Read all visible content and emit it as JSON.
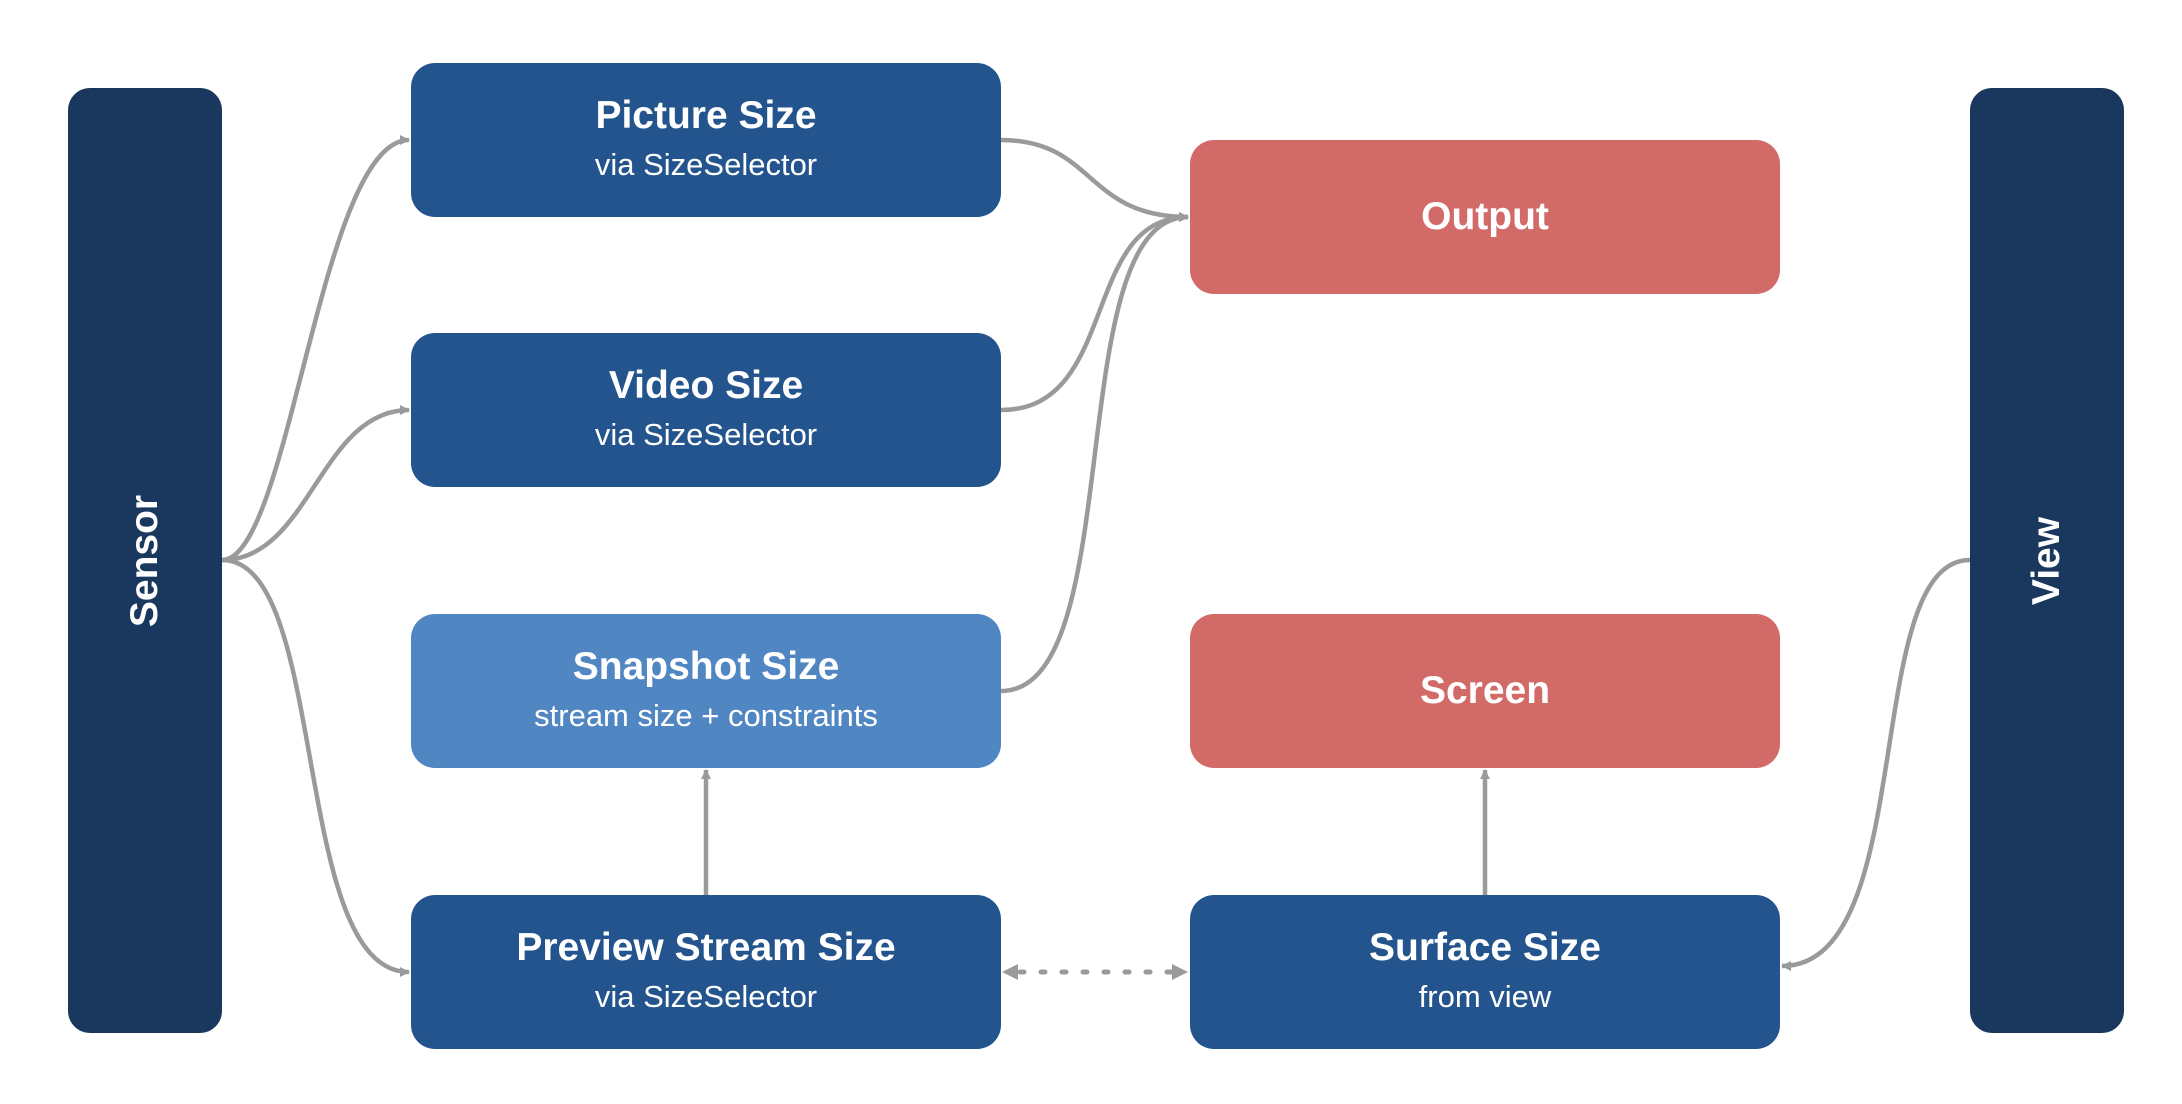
{
  "boxes": {
    "picture": {
      "title": "Picture Size",
      "subtitle": "via SizeSelector"
    },
    "video": {
      "title": "Video Size",
      "subtitle": "via SizeSelector"
    },
    "snapshot": {
      "title": "Snapshot Size",
      "subtitle": "stream size + constraints"
    },
    "preview": {
      "title": "Preview Stream Size",
      "subtitle": "via SizeSelector"
    },
    "output": {
      "title": "Output"
    },
    "screen": {
      "title": "Screen"
    },
    "surface": {
      "title": "Surface Size",
      "subtitle": "from view"
    },
    "sensor": {
      "title": "Sensor"
    },
    "view": {
      "title": "View"
    }
  },
  "colors": {
    "navy": "#1a375e",
    "blue": "#23548d",
    "light_blue": "#5086c2",
    "red": "#d26b68",
    "connector": "#9a9a9a"
  },
  "connections": [
    {
      "from": "sensor",
      "to": "picture",
      "style": "arrow"
    },
    {
      "from": "sensor",
      "to": "video",
      "style": "arrow"
    },
    {
      "from": "sensor",
      "to": "preview",
      "style": "arrow"
    },
    {
      "from": "picture",
      "to": "output",
      "style": "arrow"
    },
    {
      "from": "video",
      "to": "output",
      "style": "arrow"
    },
    {
      "from": "snapshot",
      "to": "output",
      "style": "arrow"
    },
    {
      "from": "preview",
      "to": "snapshot",
      "style": "arrow"
    },
    {
      "from": "surface",
      "to": "screen",
      "style": "arrow"
    },
    {
      "from": "view",
      "to": "surface",
      "style": "arrow"
    },
    {
      "from": "preview",
      "to": "surface",
      "style": "dotted-double-arrow"
    }
  ]
}
